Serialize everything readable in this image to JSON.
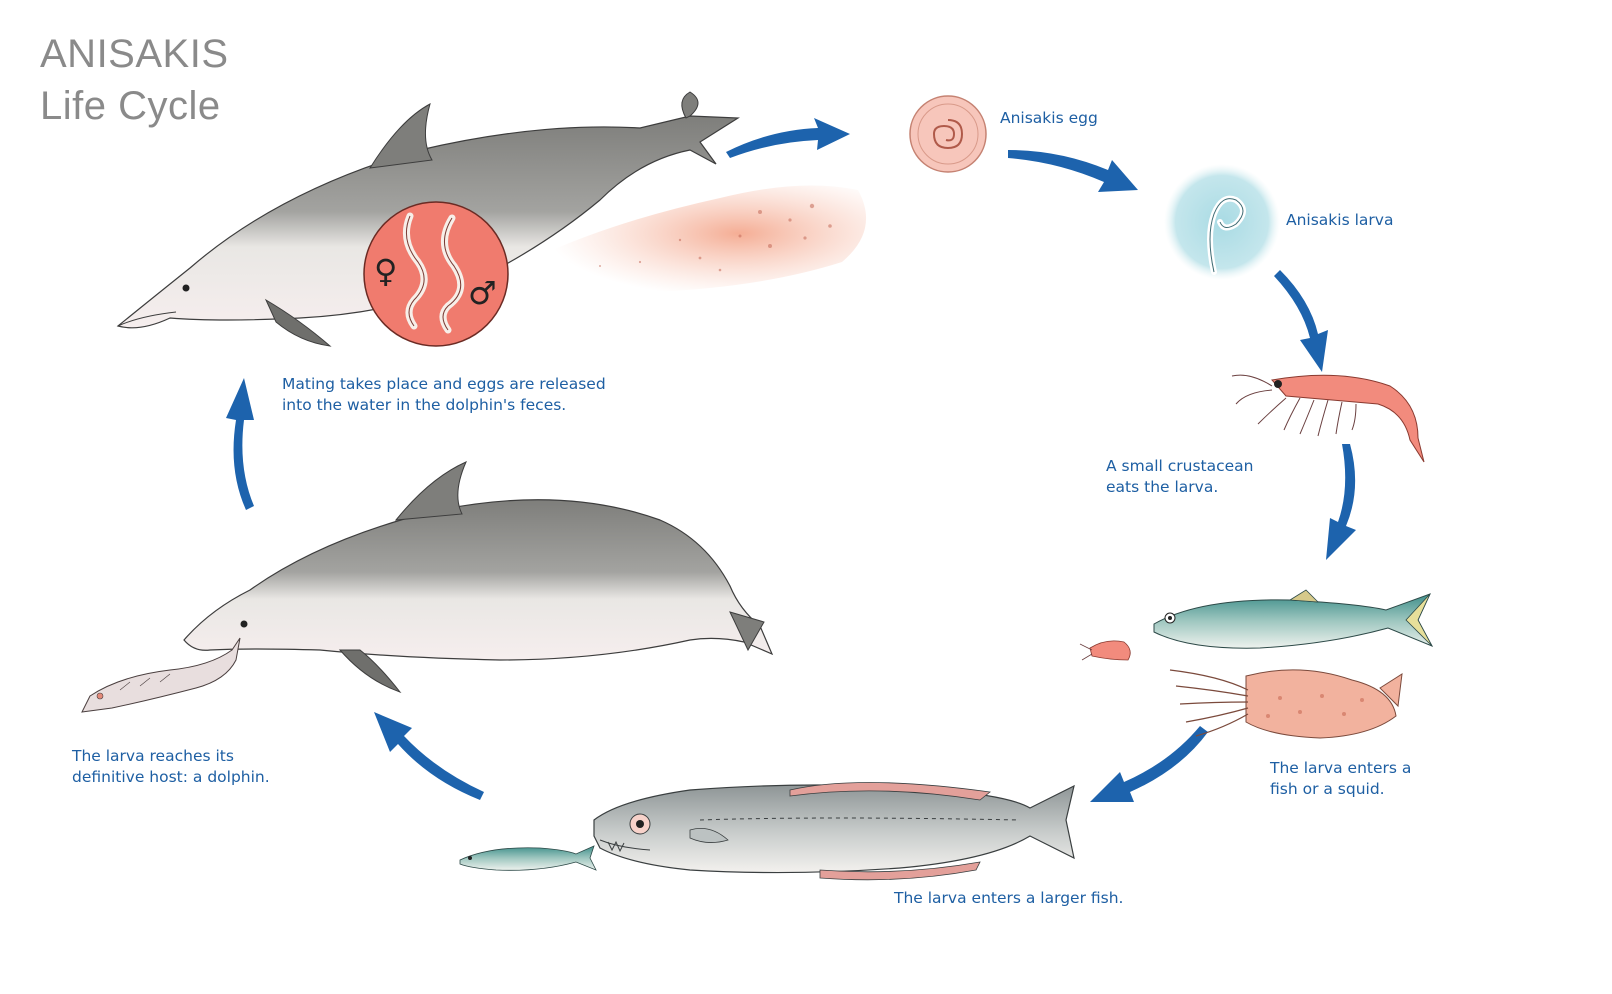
{
  "title": {
    "line1": "ANISAKIS",
    "line2": "Life Cycle"
  },
  "captions": {
    "egg": "Anisakis egg",
    "larva": "Anisakis larva",
    "crustacean": {
      "line1": "A small crustacean",
      "line2": "eats the larva."
    },
    "fish_squid": {
      "line1": "The larva enters a",
      "line2": "fish or a squid."
    },
    "larger_fish": "The larva enters a larger fish.",
    "dolphin_host": {
      "line1": "The larva reaches its",
      "line2": "definitive host: a dolphin."
    },
    "mating": {
      "line1": "Mating takes place and eggs are released",
      "line2": "into the water in the dolphin's feces."
    }
  },
  "symbols": {
    "female": "♀",
    "male": "♂"
  },
  "colors": {
    "arrow": "#1d63ad",
    "caption": "#1e5fa3",
    "title": "#8a8a8a",
    "dolphin_back": "#8e8e8a",
    "dolphin_belly": "#f3f1ee",
    "mating_circle": "#f07b6e",
    "egg": "#f7c6bb",
    "larva_bg": "#bfe3ea",
    "feces": "#f4b29c"
  }
}
